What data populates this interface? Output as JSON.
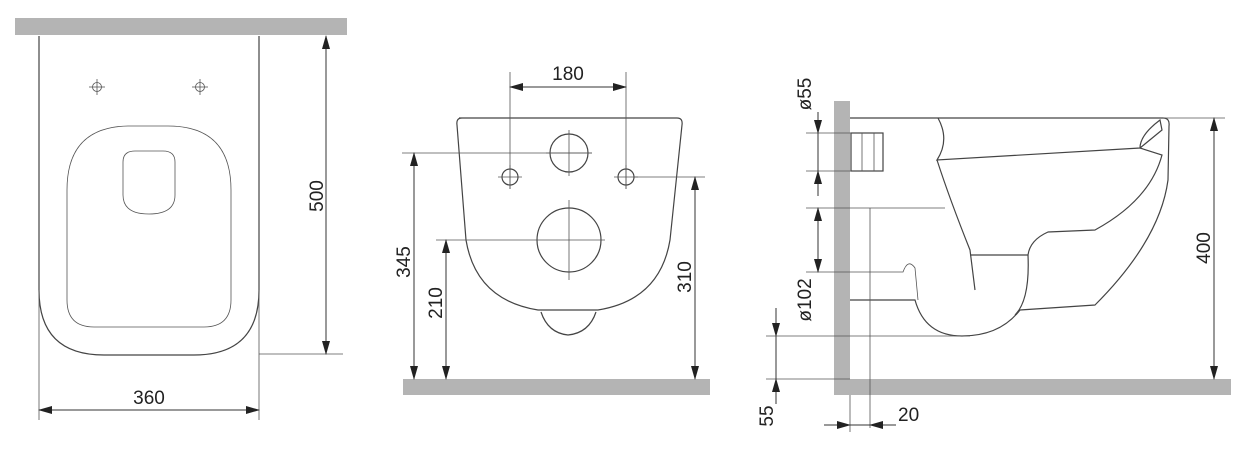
{
  "views": {
    "top": {
      "width_label": "360",
      "depth_label": "500"
    },
    "front": {
      "bolt_spacing_label": "180",
      "bolt_height_label": "345",
      "outlet_height_label": "210",
      "inlet_height_label": "310"
    },
    "side": {
      "inlet_diameter_label": "ø55",
      "outlet_diameter_label": "ø102",
      "floor_offset_label": "55",
      "wall_offset_label": "20",
      "rim_height_label": "400"
    }
  },
  "colors": {
    "line": "#444444",
    "wall_fill": "#b4b4b4"
  }
}
